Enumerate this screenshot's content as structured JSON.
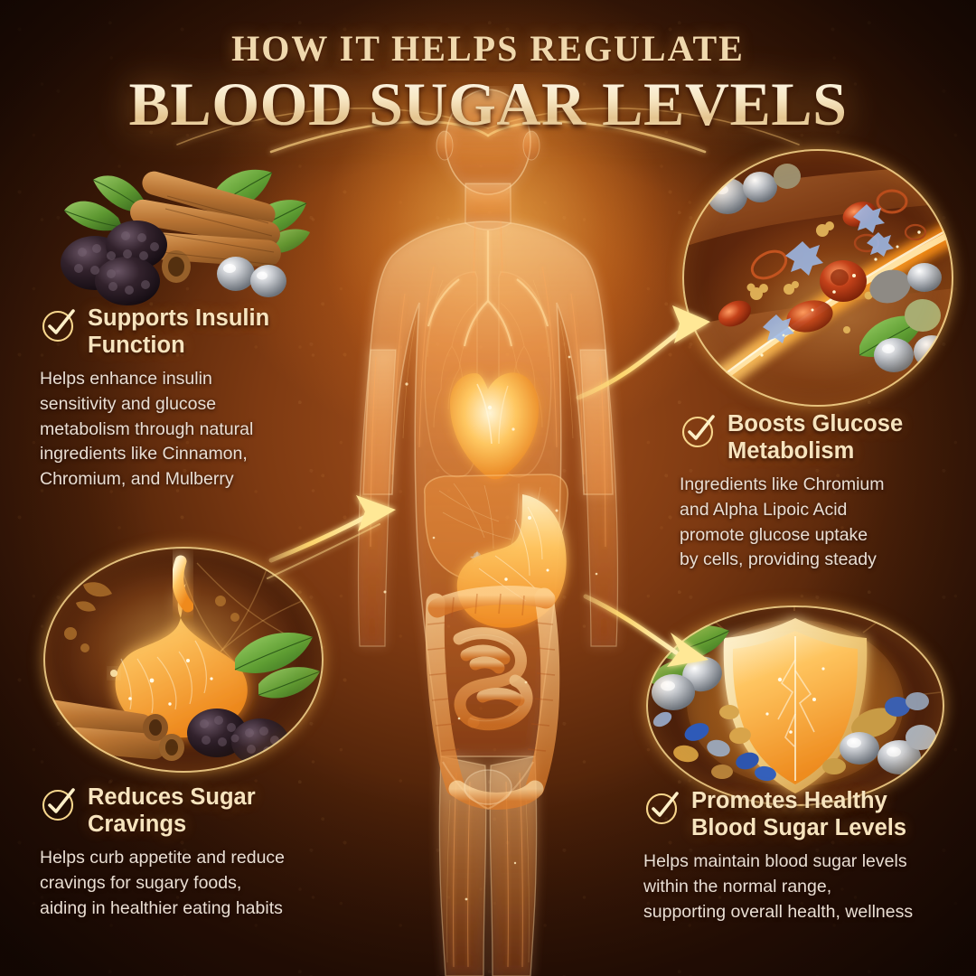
{
  "title": {
    "line1": "HOW IT HELPS REGULATE",
    "line2": "BLOOD SUGAR LEVELS"
  },
  "colors": {
    "accent_gold": "#f7d68c",
    "title_cream": "#fbeed2",
    "title_top": "#f0d9ae",
    "body_text": "#e9ded3",
    "background_dark": "#2a1208",
    "background_mid": "#7e3a12",
    "glow_orange": "#ffa83c"
  },
  "center_graphic": {
    "name": "translucent-human-anatomy-figure",
    "description": "Glowing translucent human body showing heart, lungs, liver, stomach and intestines"
  },
  "features": [
    {
      "id": "insulin",
      "icon": "check-circle-icon",
      "title": "Supports Insulin Function",
      "title_lines": [
        "Supports Insulin",
        "Function"
      ],
      "body_lines": [
        "Helps enhance insulin",
        "sensitivity and glucose",
        "metabolism through natural",
        "ingredients like Cinnamon,",
        "Chromium, and Mulberry"
      ],
      "image": "cinnamon-mulberry-chromium-cluster"
    },
    {
      "id": "glucose",
      "icon": "check-circle-icon",
      "title": "Boosts Glucose Metabolism",
      "title_lines": [
        "Boosts Glucose",
        "Metabolism"
      ],
      "body_lines": [
        "Ingredients like Chromium",
        "and Alpha Lipoic Acid",
        "promote glucose uptake",
        "by cells, providing steady"
      ],
      "image": "blood-vessel-cells-circle"
    },
    {
      "id": "cravings",
      "icon": "check-circle-icon",
      "title": "Reduces Sugar Cravings",
      "title_lines": [
        "Reduces Sugar",
        "Cravings"
      ],
      "body_lines": [
        "Helps curb appetite and reduce",
        "cravings for sugary foods,",
        "aiding in healthier eating habits"
      ],
      "image": "glowing-stomach-oval"
    },
    {
      "id": "healthy",
      "icon": "check-circle-icon",
      "title": "Promotes Healthy Blood Sugar Levels",
      "title_lines": [
        "Promotes Healthy",
        "Blood Sugar Levels"
      ],
      "body_lines": [
        "Helps maintain blood sugar levels",
        "within the normal range,",
        "supporting overall health, wellness"
      ],
      "image": "golden-shield-minerals-oval"
    }
  ]
}
